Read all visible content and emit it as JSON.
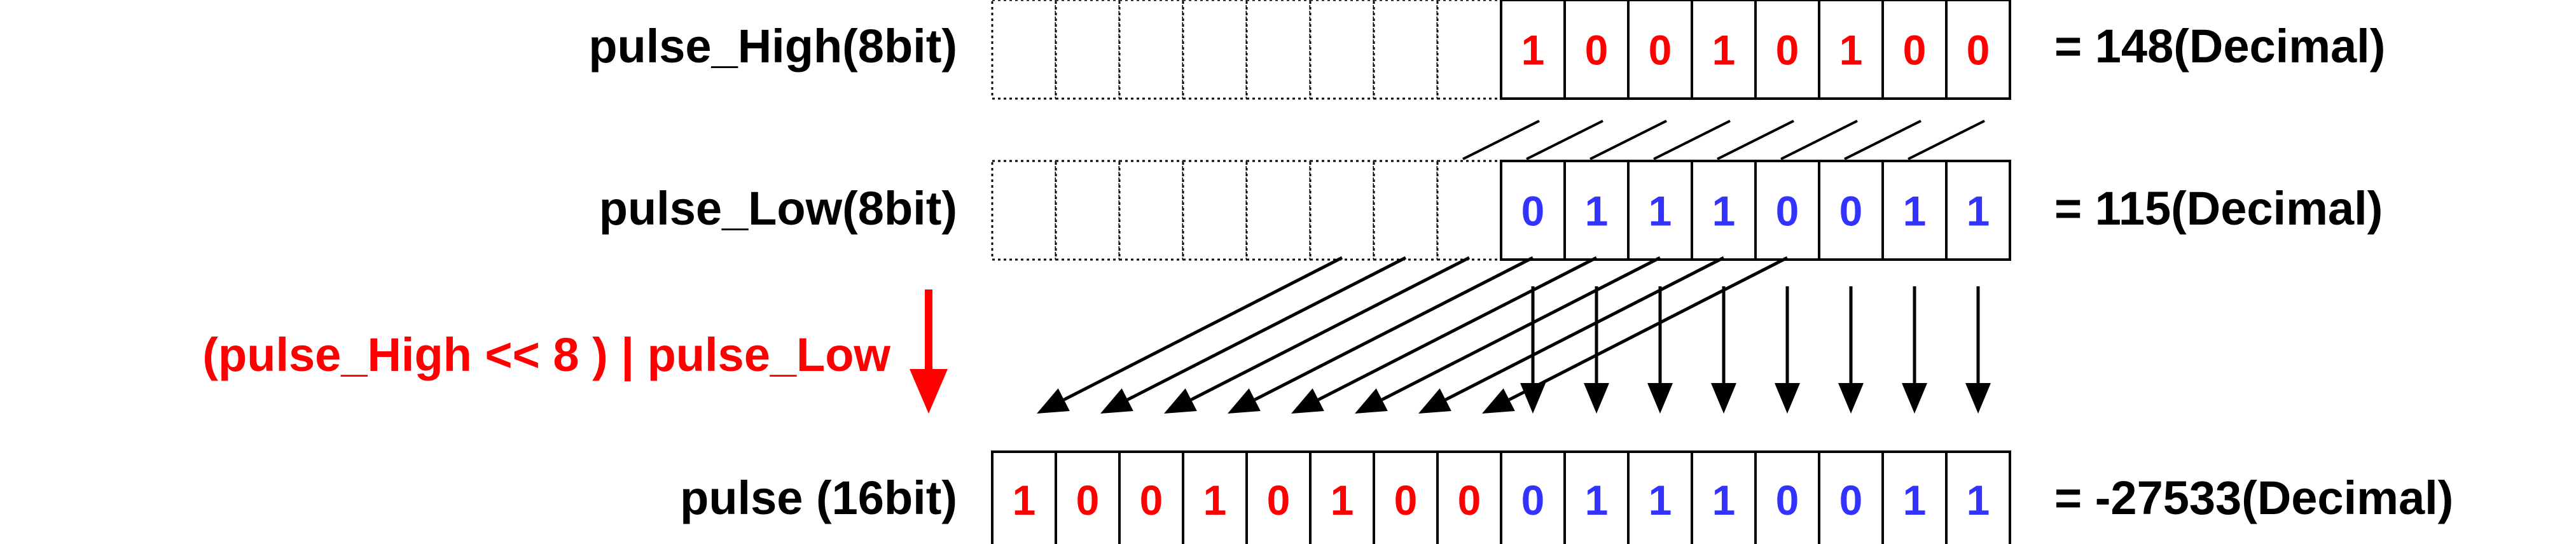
{
  "labels": {
    "pulse_high": "pulse_High(8bit)",
    "pulse_low": "pulse_Low(8bit)",
    "operation": "(pulse_High << 8 ) | pulse_Low",
    "pulse": "pulse (16bit)"
  },
  "results": {
    "high": "= 148(Decimal)",
    "low": "= 115(Decimal)",
    "pulse": "= -27533(Decimal)"
  },
  "bits": {
    "high": [
      "1",
      "0",
      "0",
      "1",
      "0",
      "1",
      "0",
      "0"
    ],
    "low": [
      "0",
      "1",
      "1",
      "1",
      "0",
      "0",
      "1",
      "1"
    ],
    "pulse": [
      "1",
      "0",
      "0",
      "1",
      "0",
      "1",
      "0",
      "0",
      "0",
      "1",
      "1",
      "1",
      "0",
      "0",
      "1",
      "1"
    ]
  },
  "colors": {
    "high_bits": "#ff0000",
    "low_bits": "#3333ff",
    "operation": "#ff0000",
    "arrows": "#000000"
  }
}
